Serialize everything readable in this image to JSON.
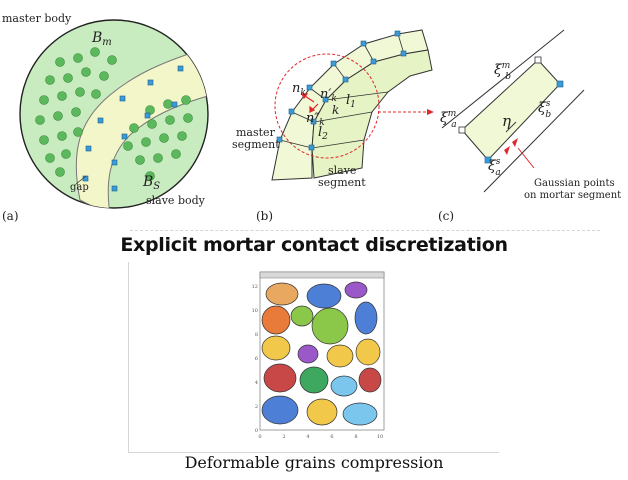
{
  "top_figure": {
    "panel_a": {
      "label": "(a)",
      "master_body": "master body",
      "slave_body": "slave body",
      "gap": "gap",
      "bm": "B",
      "bm_sub": "m",
      "bs": "B",
      "bs_sub": "S"
    },
    "panel_b": {
      "label": "(b)",
      "master_segment_1": "master",
      "master_segment_2": "segment",
      "slave_segment_1": "slave",
      "slave_segment_2": "segment",
      "n_k": "n",
      "n_k_sub": "k",
      "n_k_prime": "n′",
      "n_k_prime_sub": "k",
      "n_k_dprime": "n″",
      "n_k_dprime_sub": "k",
      "k": "k",
      "l1": "l",
      "l1_sub": "1",
      "l2": "l",
      "l2_sub": "2"
    },
    "panel_c": {
      "label": "(c)",
      "xi_b_m": "ξ",
      "xi_b_m_sub": "b",
      "xi_b_m_sup": "m",
      "xi_a_m": "ξ",
      "xi_a_m_sub": "a",
      "xi_a_m_sup": "m",
      "xi_b_s": "ξ",
      "xi_b_s_sub": "b",
      "xi_b_s_sup": "s",
      "xi_a_s": "ξ",
      "xi_a_s_sub": "a",
      "xi_a_s_sup": "s",
      "eta": "η",
      "gauss_1": "Gaussian points",
      "gauss_2": "on mortar segment"
    }
  },
  "title": "Explicit mortar contact discretization",
  "bottom_figure": {
    "caption": "Deformable grains compression",
    "y_ticks": [
      "12",
      "10",
      "8",
      "6",
      "4",
      "2",
      "0"
    ],
    "x_ticks": [
      "0",
      "2",
      "4",
      "6",
      "8",
      "10"
    ]
  },
  "colors": {
    "body_fill": "#c8ecc0",
    "gap_fill": "#f2f6c8",
    "dot": "#5cb85c",
    "node": "#3a9bd6",
    "red": "#e0282a"
  }
}
